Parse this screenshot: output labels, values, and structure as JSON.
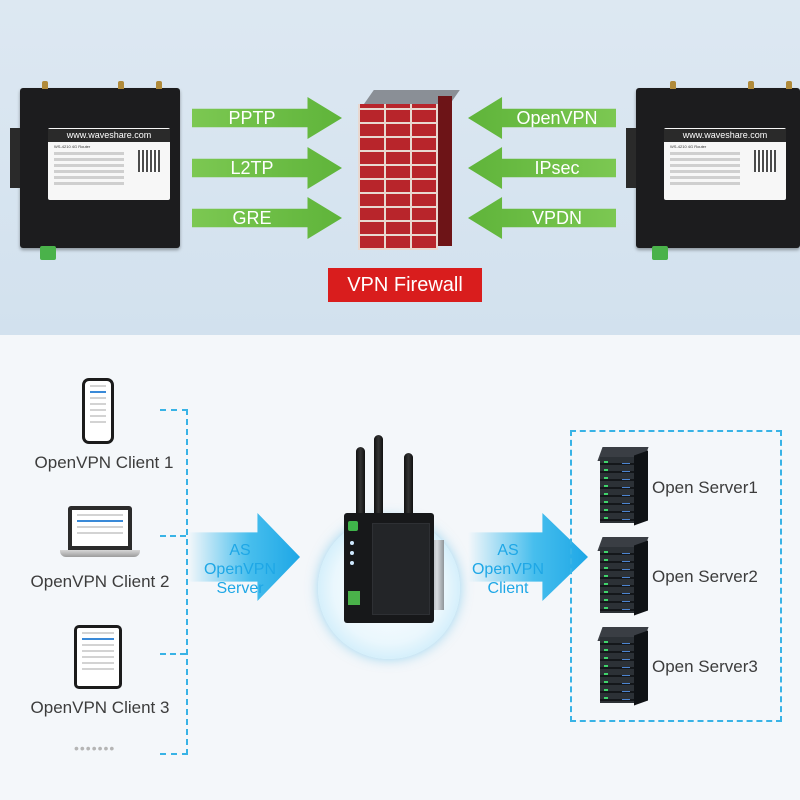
{
  "top": {
    "router_brand": "www.waveshare.com",
    "router_model": "WS-4210 4G Router",
    "left_protocols": [
      "PPTP",
      "L2TP",
      "GRE"
    ],
    "right_protocols": [
      "OpenVPN",
      "IPsec",
      "VPDN"
    ],
    "firewall_label": "VPN Firewall"
  },
  "bottom": {
    "clients": [
      "OpenVPN Client 1",
      "OpenVPN Client 2",
      "OpenVPN Client 3"
    ],
    "more_dots": "•••••••",
    "left_role": [
      "AS",
      "OpenVPN",
      "Server"
    ],
    "right_role": [
      "AS",
      "OpenVPN",
      "Client"
    ],
    "servers": [
      "Open Server1",
      "Open Server2",
      "Open Server3"
    ]
  },
  "colors": {
    "arrow_green": "#6cbf45",
    "firewall_red": "#d91d1d",
    "accent_blue": "#1ea7e6"
  }
}
